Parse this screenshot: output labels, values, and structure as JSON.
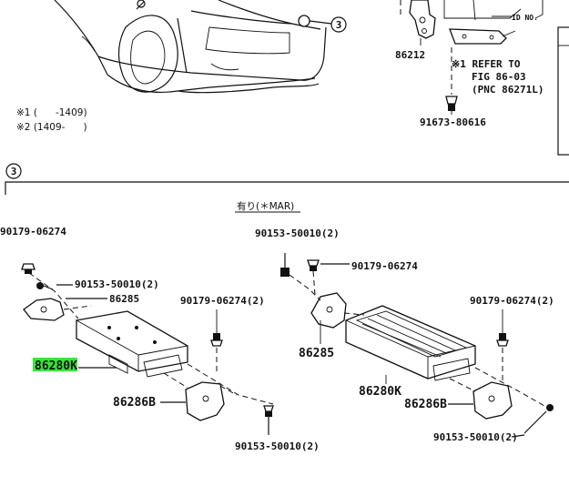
{
  "notes": {
    "note1": "※1 (      -1409)",
    "note2": "※2 (1409-      )",
    "refer_line1": "※1 REFER TO",
    "refer_line2": "FIG 86-03",
    "refer_line3": "(PNC 86271L)",
    "id_no": "ID NO."
  },
  "callouts": {
    "top_circle": "3",
    "section_circle": "3"
  },
  "top_parts": {
    "p86212": "86212",
    "p91673": "91673-80616"
  },
  "section": {
    "option_label": "有り(＊MAR)"
  },
  "left_group": {
    "p90179_a": "90179-06274",
    "p90153_a": "90153-50010(2)",
    "p86285": "86285",
    "p90179_b": "90179-06274(2)",
    "p86280k": "86280K",
    "p86286b": "86286B",
    "p90153_b": "90153-50010(2)"
  },
  "right_group": {
    "p90153_a": "90153-50010(2)",
    "p90179_a": "90179-06274",
    "p90179_b": "90179-06274(2)",
    "p86285": "86285",
    "p86280k": "86280K",
    "p86286b": "86286B",
    "p90153_b": "90153-50010(2)"
  },
  "highlight_color": "#39e639"
}
